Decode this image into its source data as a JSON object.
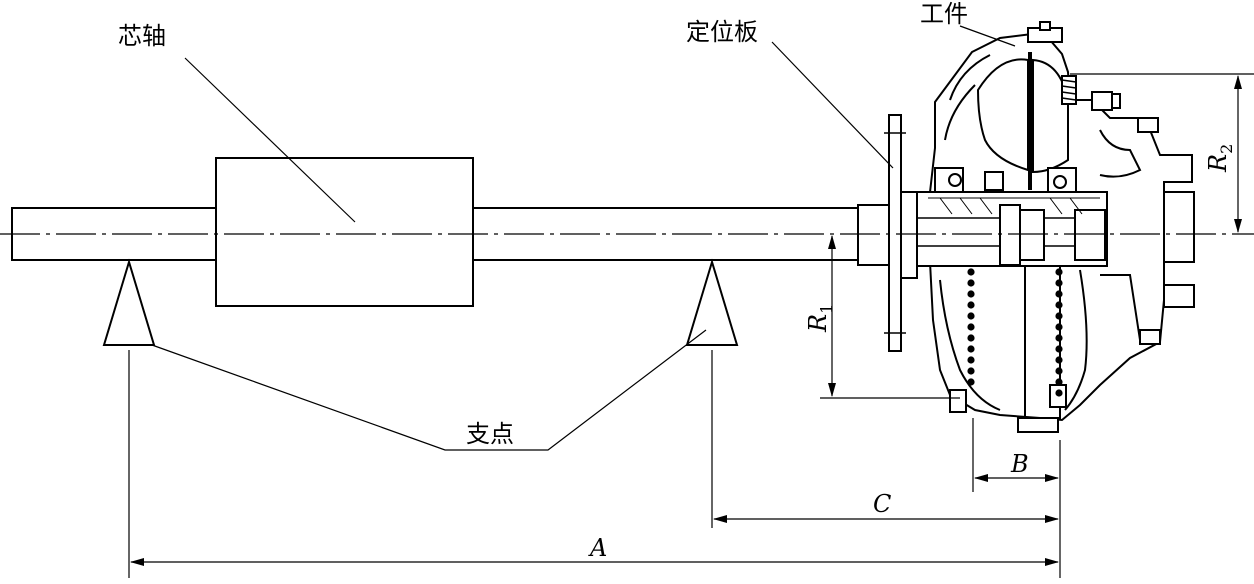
{
  "labels": {
    "mandrel": "芯轴",
    "locating_plate": "定位板",
    "workpiece": "工件",
    "fulcrum": "支点"
  },
  "dimensions": {
    "A": "A",
    "B": "B",
    "C": "C",
    "R": "R",
    "R1_sub": "1",
    "R2_sub": "2"
  }
}
